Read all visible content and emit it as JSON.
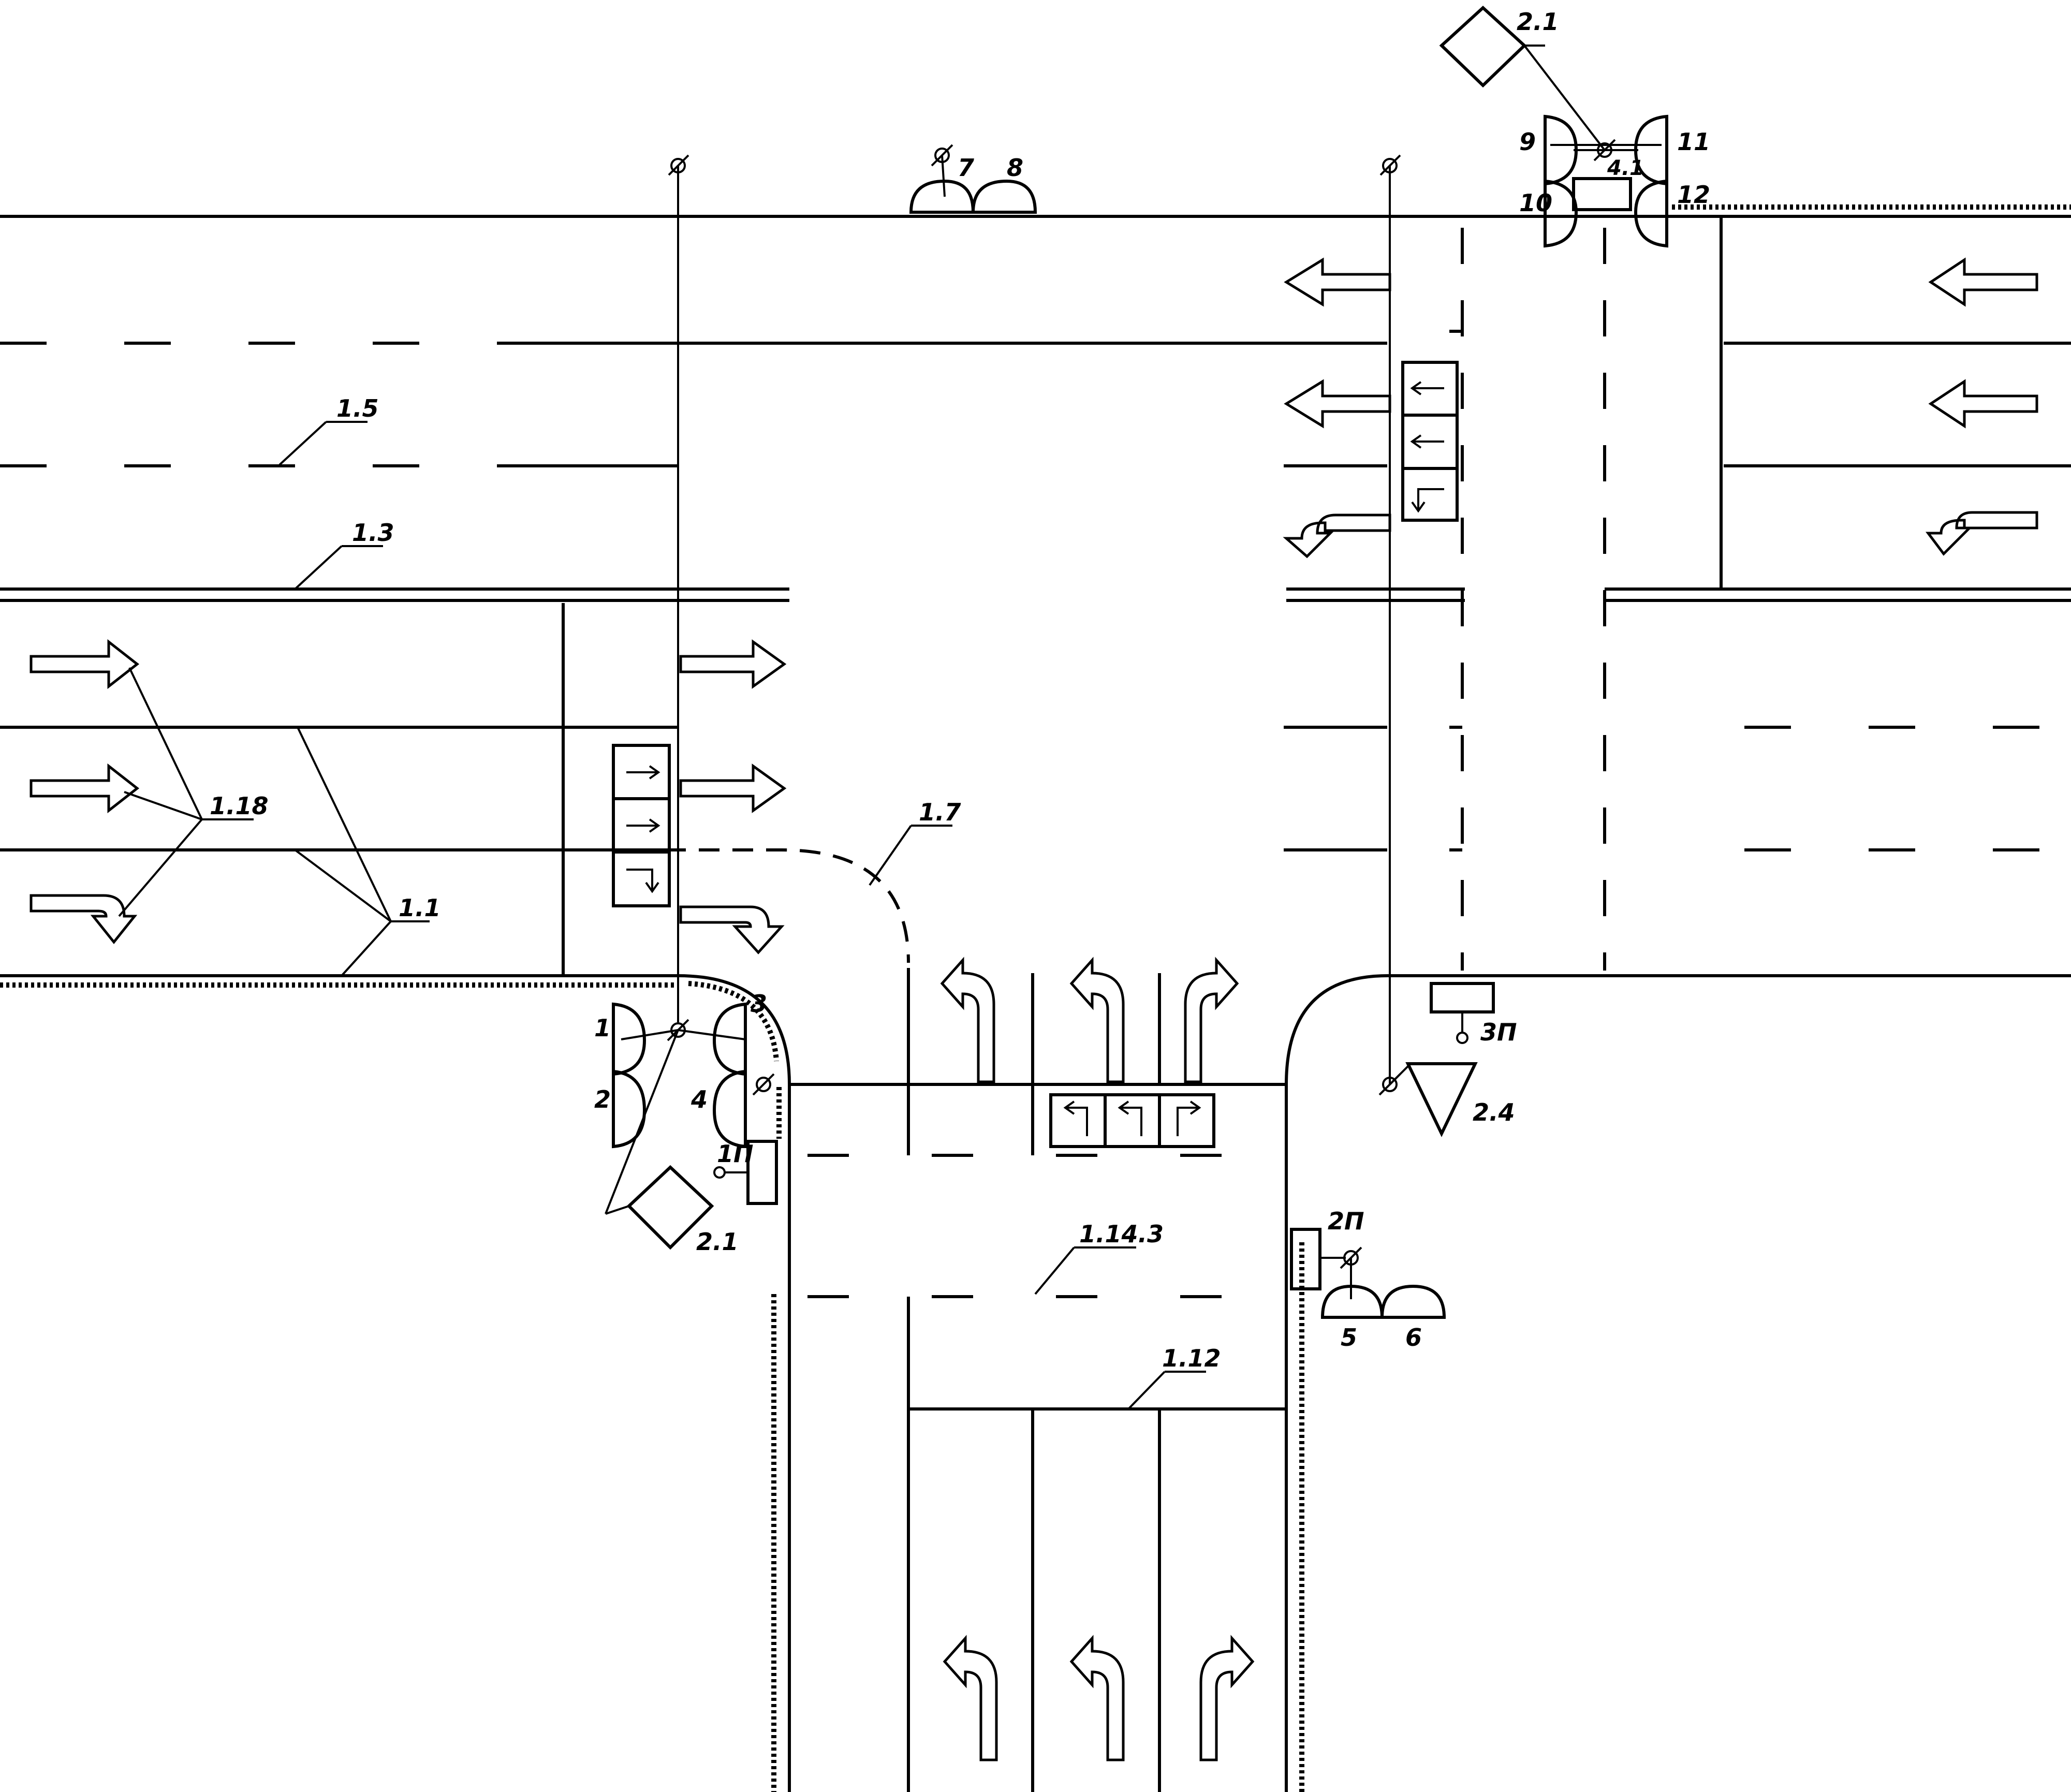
{
  "markings": {
    "m_1_1": "1.1",
    "m_1_3": "1.3",
    "m_1_5": "1.5",
    "m_1_7": "1.7",
    "m_1_12": "1.12",
    "m_1_14_3": "1.14.3",
    "m_1_18": "1.18"
  },
  "signs": {
    "s_2_1_top": "2.1",
    "s_2_1_bottom": "2.1",
    "s_2_4": "2.4",
    "s_4_1": "4.1"
  },
  "controllers": {
    "c_1": "1П",
    "c_2": "2П",
    "c_3": "3П"
  },
  "signals": {
    "n1": "1",
    "n2": "2",
    "n3": "3",
    "n4": "4",
    "n5": "5",
    "n6": "6",
    "n7": "7",
    "n8": "8",
    "n9": "9",
    "n10": "10",
    "n11": "11",
    "n12": "12"
  }
}
